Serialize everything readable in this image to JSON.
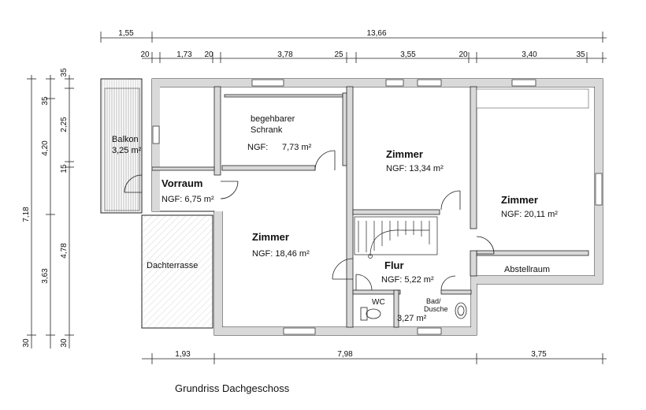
{
  "title": "Grundriss Dachgeschoss",
  "rooms": {
    "balkon": {
      "name": "Balkon",
      "area": "3,25 m²"
    },
    "vorraum": {
      "name": "Vorraum",
      "area": "NGF: 6,75 m²"
    },
    "schrank": {
      "name_line1": "begehbarer",
      "name_line2": "Schrank",
      "area_label": "NGF:",
      "area_value": "7,73 m²"
    },
    "zimmer_mid_top": {
      "name": "Zimmer",
      "area": "NGF: 13,34 m²"
    },
    "zimmer_right": {
      "name": "Zimmer",
      "area": "NGF: 20,11 m²"
    },
    "zimmer_main": {
      "name": "Zimmer",
      "area": "NGF: 18,46 m²"
    },
    "dachterrasse": {
      "name": "Dachterrasse"
    },
    "flur": {
      "name": "Flur",
      "area": "NGF: 5,22 m²"
    },
    "abstellraum": {
      "name": "Abstellraum"
    },
    "wc": {
      "name": "WC"
    },
    "bad": {
      "name_line1": "Bad/",
      "name_line2": "Dusche",
      "area": "3,27 m²"
    }
  },
  "dimensions": {
    "top_row1": [
      "1,55",
      "13,66"
    ],
    "top_row2": [
      "20",
      "1,73",
      "20",
      "3,78",
      "25",
      "3,55",
      "20",
      "3,40",
      "35"
    ],
    "bottom": [
      "1,93",
      "7,98",
      "3,75"
    ],
    "left_outer": [
      "7,18"
    ],
    "left_mid": [
      "35",
      "4,20",
      "3,63",
      "30"
    ],
    "left_inner": [
      "35",
      "2,25",
      "15",
      "4,78",
      "30"
    ]
  },
  "colors": {
    "wall": "#ffffff",
    "wall_stroke": "#222222",
    "terrace_hatch": "#999999"
  }
}
